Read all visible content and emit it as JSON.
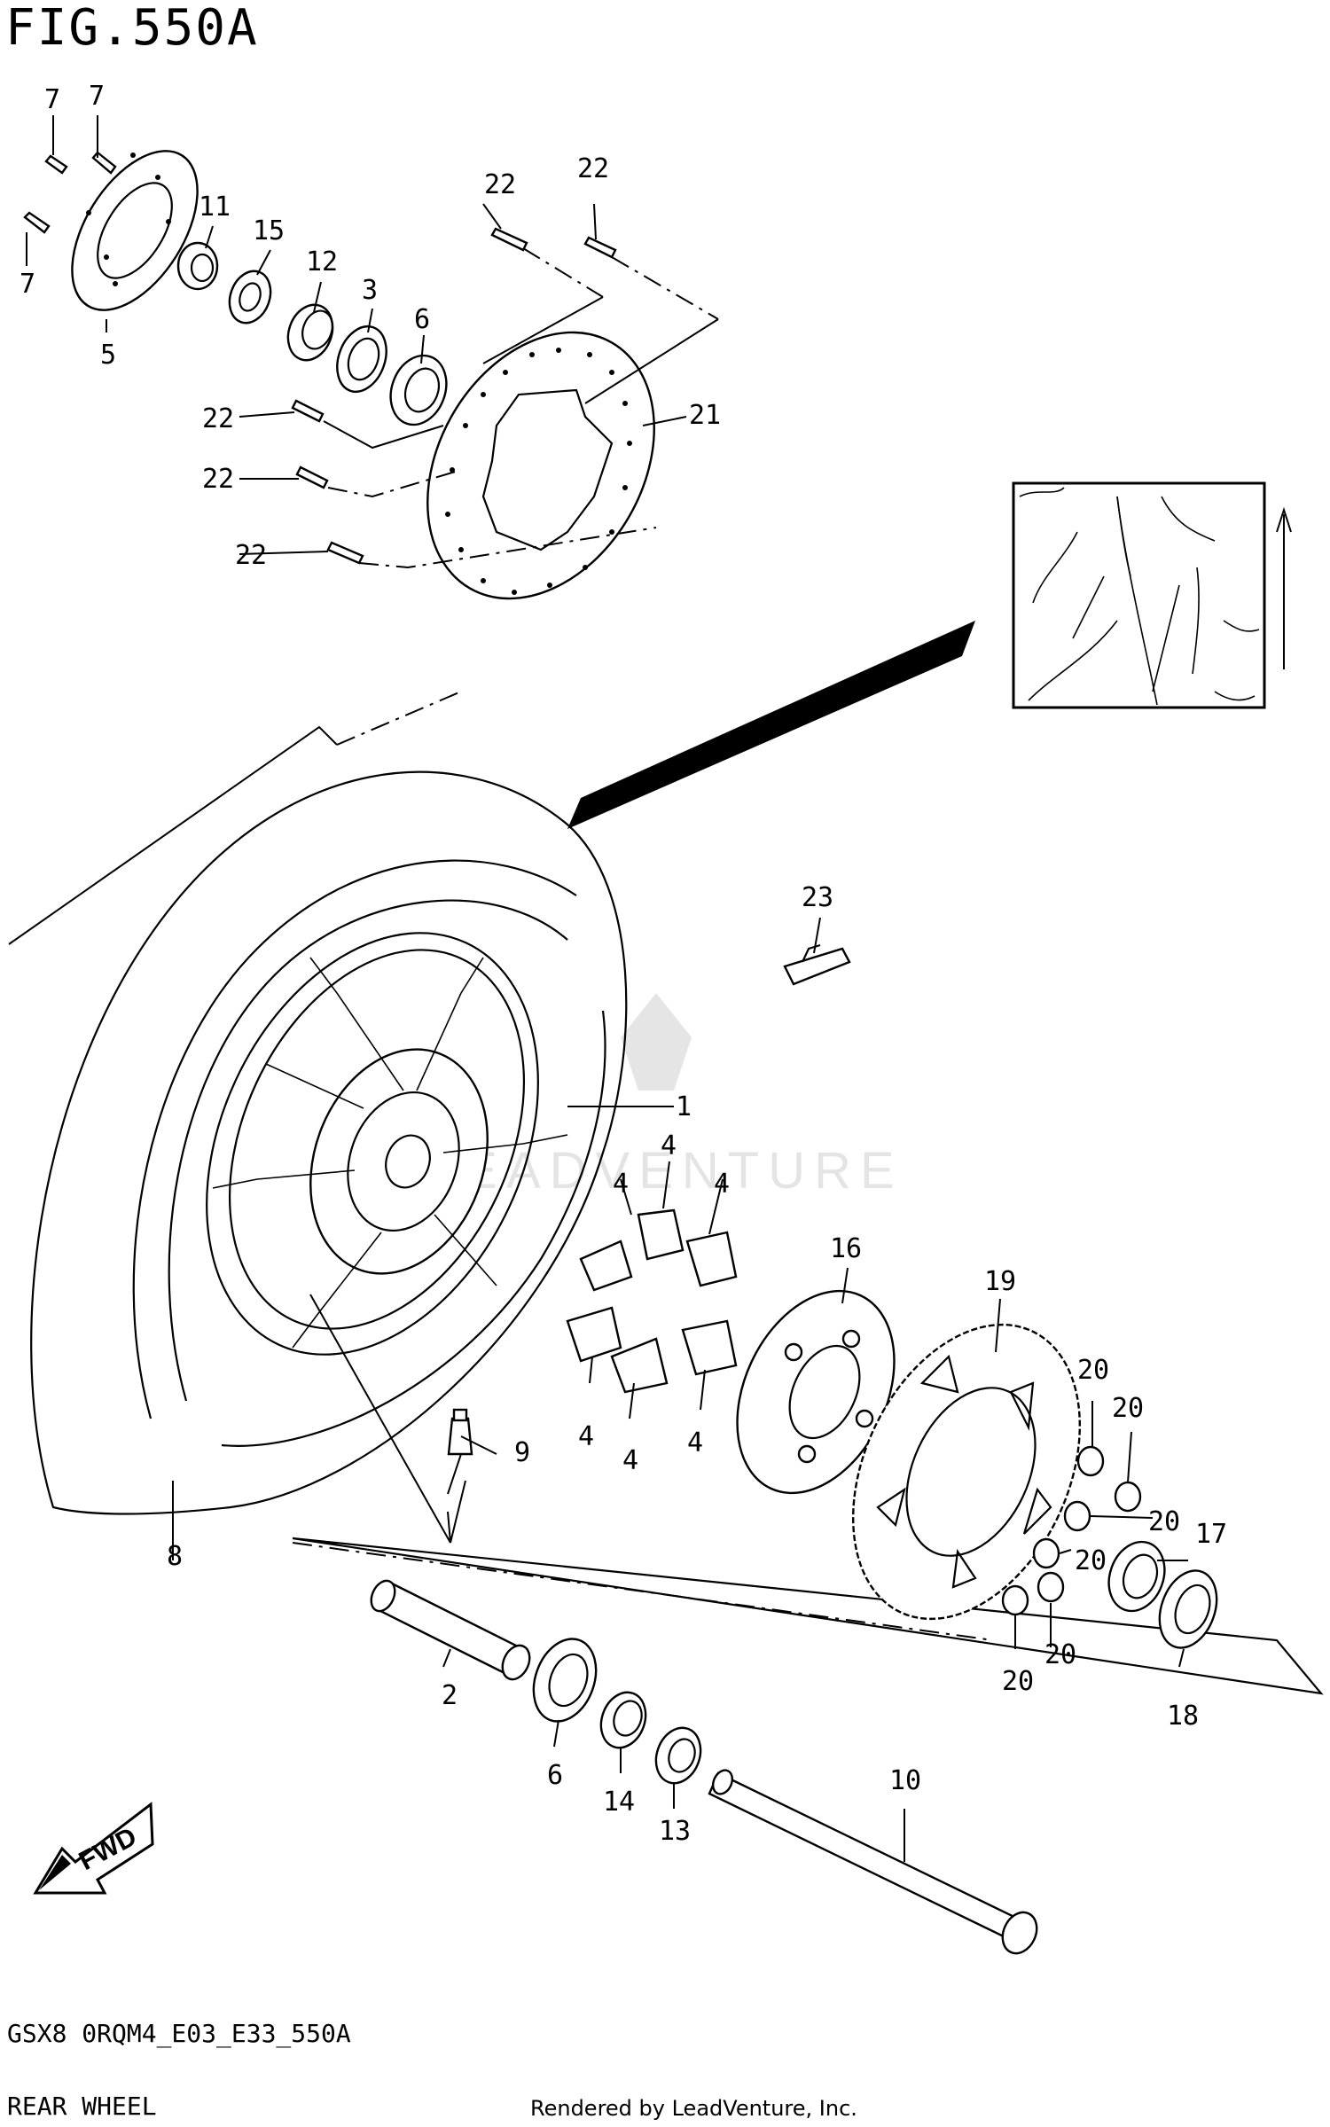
{
  "figure": {
    "title": "FIG.550A",
    "model_code": "GSX8 0RQM4_E03_E33_550A",
    "section_name": "REAR WHEEL",
    "rendered_by": "Rendered by LeadVenture, Inc.",
    "watermark": "LEADVENTURE"
  },
  "callouts": {
    "c1": "1",
    "c2": "2",
    "c3": "3",
    "c4a": "4",
    "c4b": "4",
    "c4c": "4",
    "c4d": "4",
    "c4e": "4",
    "c4f": "4",
    "c5": "5",
    "c6a": "6",
    "c6b": "6",
    "c7a": "7",
    "c7b": "7",
    "c7c": "7",
    "c8": "8",
    "c9": "9",
    "c10": "10",
    "c11": "11",
    "c12": "12",
    "c13": "13",
    "c14": "14",
    "c15": "15",
    "c16": "16",
    "c17": "17",
    "c18": "18",
    "c19": "19",
    "c20a": "20",
    "c20b": "20",
    "c20c": "20",
    "c20d": "20",
    "c20e": "20",
    "c20f": "20",
    "c21": "21",
    "c22a": "22",
    "c22b": "22",
    "c22c": "22",
    "c22d": "22",
    "c22e": "22",
    "c23": "23"
  },
  "direction_arrow": {
    "label": "FWD",
    "icon": "forward-arrow-icon"
  },
  "tread_inset": {
    "icon": "tire-tread-direction-icon",
    "arrow": "rotation-direction-arrow-icon"
  }
}
